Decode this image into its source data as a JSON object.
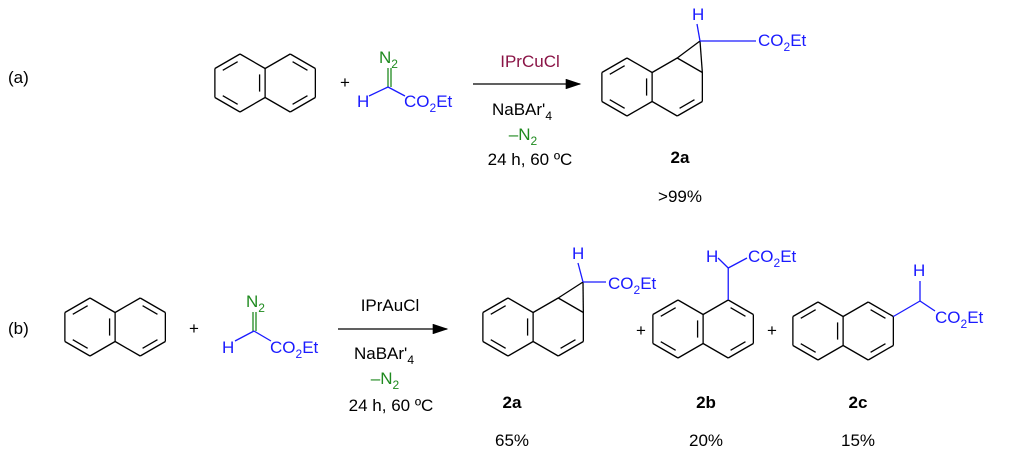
{
  "colors": {
    "substituent": "#1a1aff",
    "n2": "#1f8a1f",
    "copper_catalyst": "#8a1446",
    "bonds": "#000000"
  },
  "reaction_a": {
    "label": "(a)",
    "plus": "+",
    "diazo": {
      "n": "N",
      "n_sub": "2",
      "h": "H",
      "ester": "CO",
      "ester_sub": "2",
      "ester_tail": "Et"
    },
    "catalyst": "IPrCuCl",
    "additive": "NaBAr'",
    "additive_sub": "4",
    "byproduct": "–N",
    "byproduct_sub": "2",
    "conditions": "24 h, 60 ºC",
    "product": {
      "h": "H",
      "ester": "CO",
      "ester_sub": "2",
      "ester_tail": "Et",
      "label": "2a",
      "yield": ">99%"
    }
  },
  "reaction_b": {
    "label": "(b)",
    "plus": "+",
    "diazo": {
      "n": "N",
      "n_sub": "2",
      "h": "H",
      "ester": "CO",
      "ester_sub": "2",
      "ester_tail": "Et"
    },
    "catalyst": "IPrAuCl",
    "additive": "NaBAr'",
    "additive_sub": "4",
    "byproduct": "–N",
    "byproduct_sub": "2",
    "conditions": "24 h, 60 ºC",
    "products": [
      {
        "h": "H",
        "ester": "CO",
        "ester_sub": "2",
        "ester_tail": "Et",
        "label": "2a",
        "yield": "65%"
      },
      {
        "h": "H",
        "ester": "CO",
        "ester_sub": "2",
        "ester_tail": "Et",
        "label": "2b",
        "yield": "20%"
      },
      {
        "h": "H",
        "ester": "CO",
        "ester_sub": "2",
        "ester_tail": "Et",
        "label": "2c",
        "yield": "15%"
      }
    ],
    "plus_signs": [
      "+",
      "+"
    ]
  }
}
